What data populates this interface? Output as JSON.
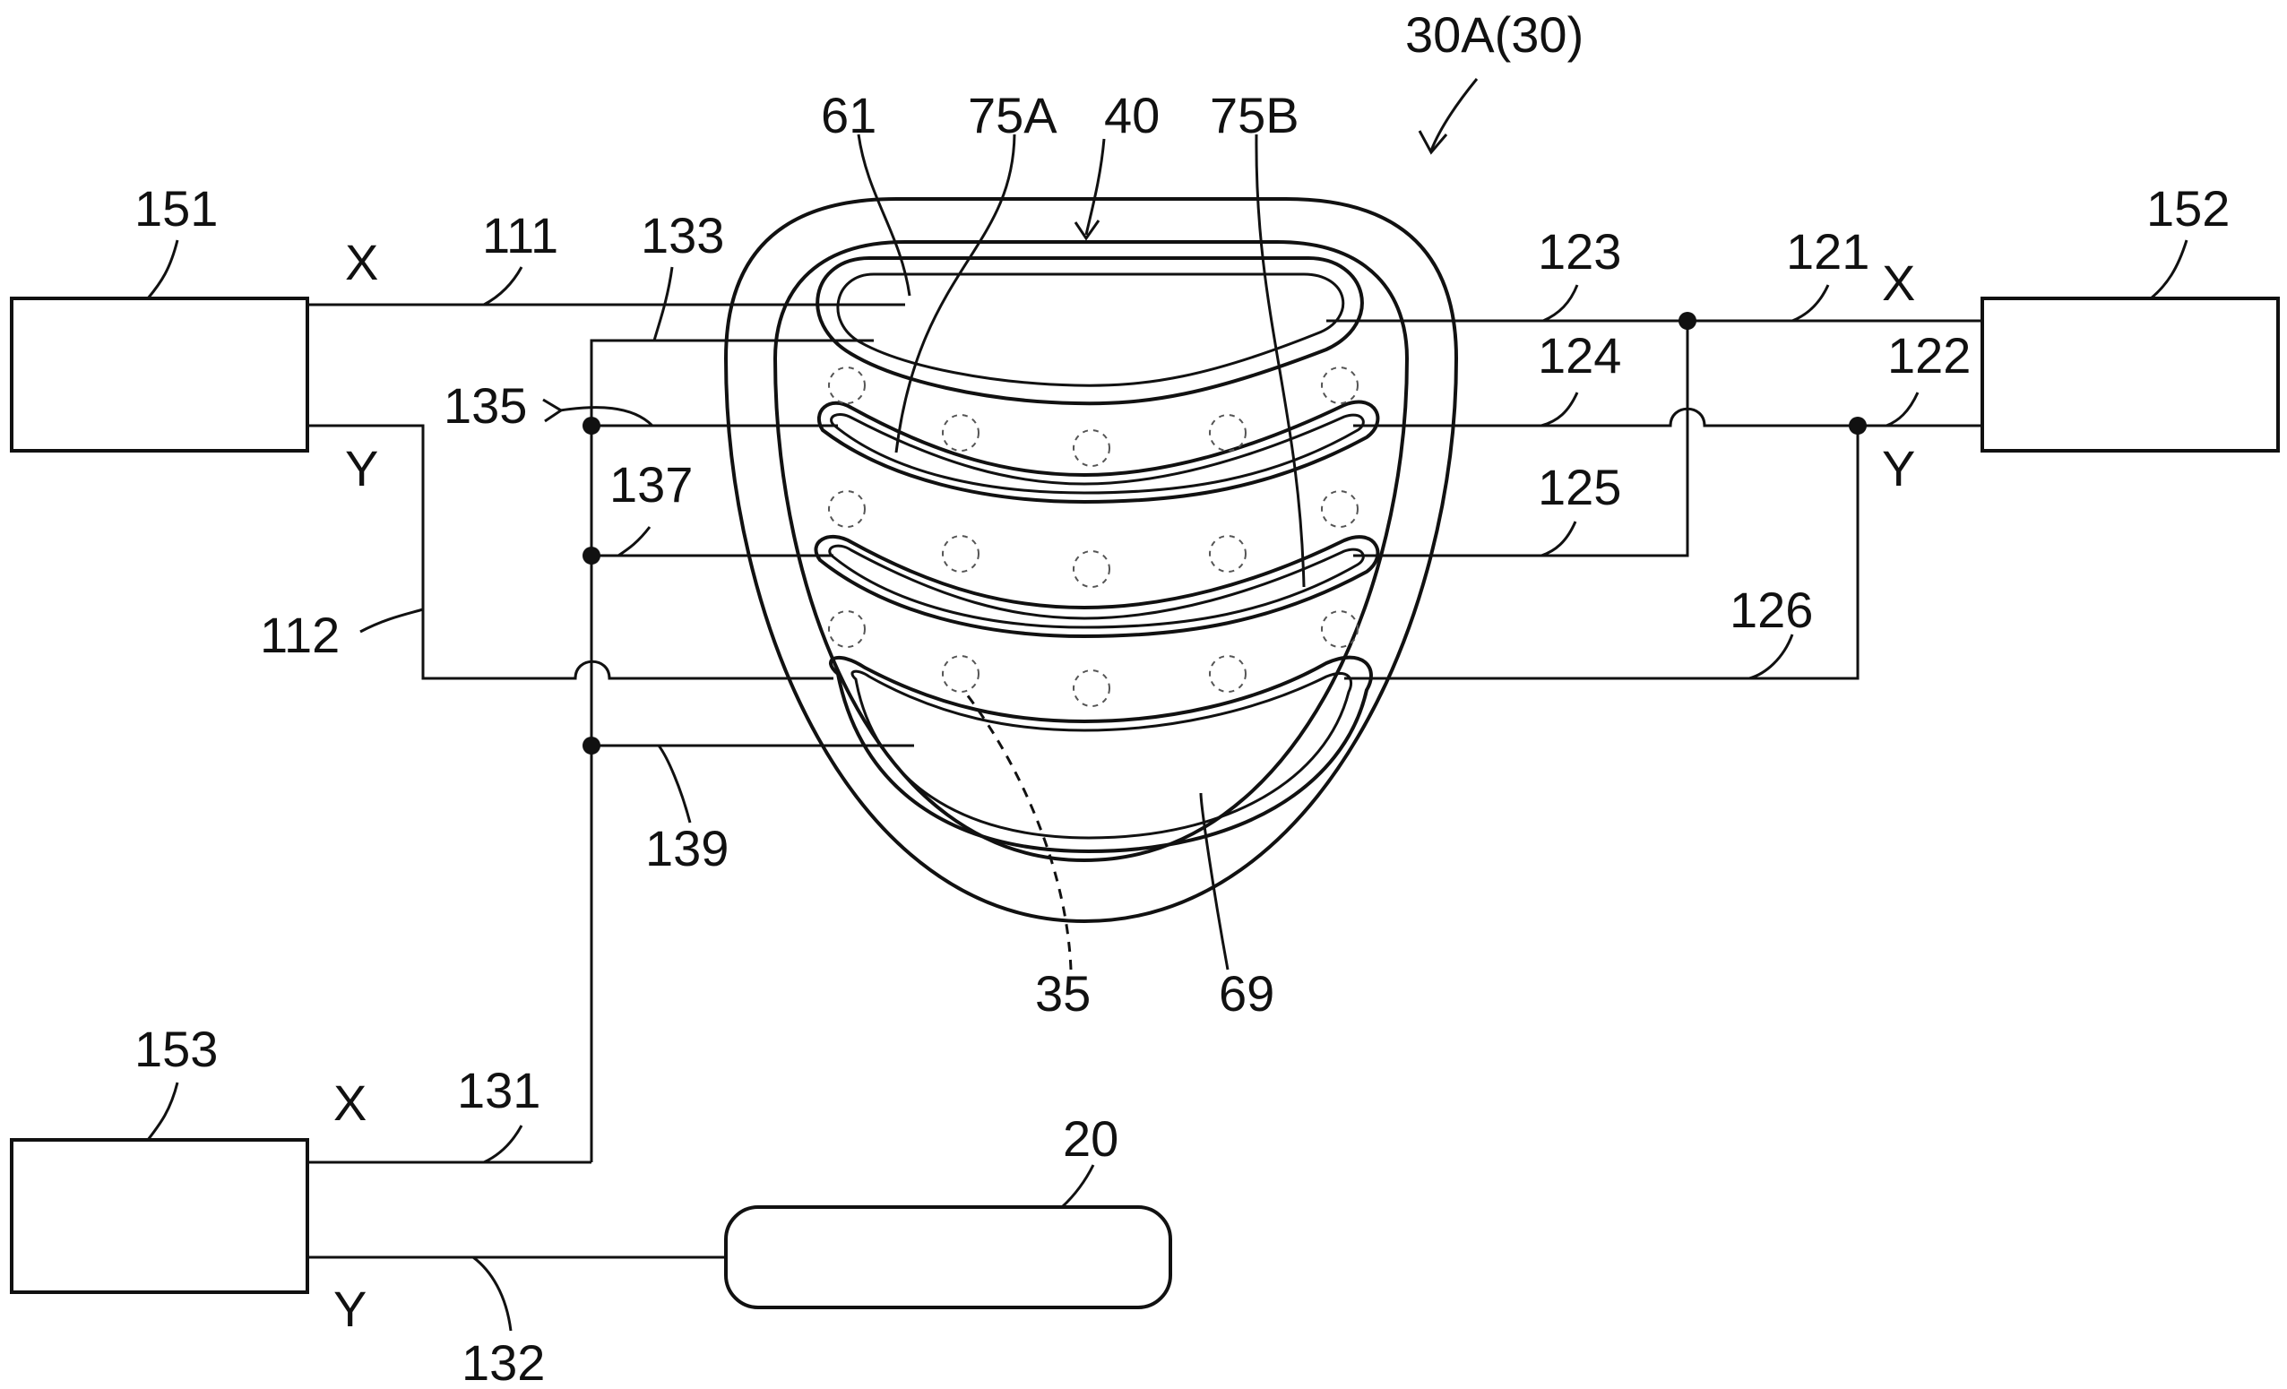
{
  "labels": {
    "figure_ref": "30A(30)",
    "part_40": "40",
    "part_61": "61",
    "part_75a": "75A",
    "part_75b": "75B",
    "part_69": "69",
    "part_35": "35",
    "part_20": "20",
    "part_151": "151",
    "part_152": "152",
    "part_153": "153",
    "line_111": "111",
    "line_112": "112",
    "line_121": "121",
    "line_122": "122",
    "line_123": "123",
    "line_124": "124",
    "line_125": "125",
    "line_126": "126",
    "line_131": "131",
    "line_132": "132",
    "line_133": "133",
    "line_135": "135",
    "line_137": "137",
    "line_139": "139",
    "x_151": "X",
    "y_151": "Y",
    "x_152": "X",
    "y_152": "Y",
    "x_153": "X",
    "y_153": "Y"
  }
}
